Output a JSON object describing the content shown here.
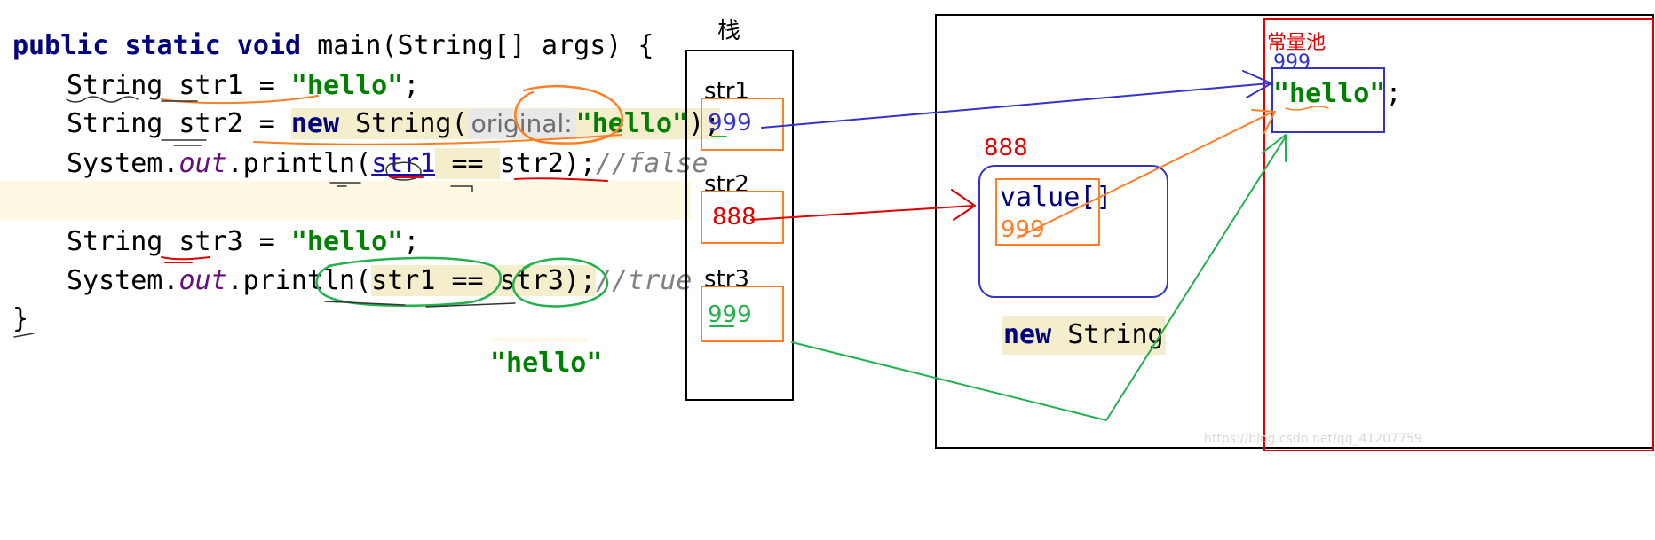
{
  "code": {
    "line1": {
      "kw1": "public",
      "kw2": "static",
      "kw3": "void",
      "rest": " main(String[] args) {"
    },
    "line2": {
      "pre": "String str1 = ",
      "value": "\"hello\"",
      "post": ";"
    },
    "line3": {
      "pre": "String str2 = ",
      "kw": "new",
      "mid": " String(",
      "hint": "original:",
      "value": "\"hello\"",
      "post": ");"
    },
    "line4": {
      "pre": "System.",
      "field": "out",
      "call": ".println(",
      "arg1": "str1",
      "op": " == ",
      "arg2": "str2);",
      "comment": "//false"
    },
    "line6": {
      "pre": "String str3 = ",
      "value": "\"hello\"",
      "post": ";"
    },
    "line7": {
      "pre": "System.",
      "field": "out",
      "call": ".println(",
      "args": "str1 == str3);",
      "comment": "//true"
    },
    "line8": {
      "brace": "}"
    }
  },
  "floating_hello": "\"hello\"",
  "stack": {
    "title": "栈",
    "vars": [
      {
        "name": "str1",
        "ref": "999"
      },
      {
        "name": "str2",
        "ref": "888"
      },
      {
        "name": "str3",
        "ref": "999"
      }
    ]
  },
  "heap": {
    "object_address": "888",
    "field_label": "value[]",
    "field_ref": "999",
    "caption_kw": "new",
    "caption_rest": " String"
  },
  "constant_pool": {
    "title": "常量池",
    "address": "999",
    "value": "\"hello\"",
    "post": ";"
  },
  "watermark": "https://blog.csdn.net/qq_41207759",
  "colors": {
    "blue": "#3333cc",
    "red": "#e00000",
    "orange": "#ff7f27",
    "green": "#22b14c"
  }
}
